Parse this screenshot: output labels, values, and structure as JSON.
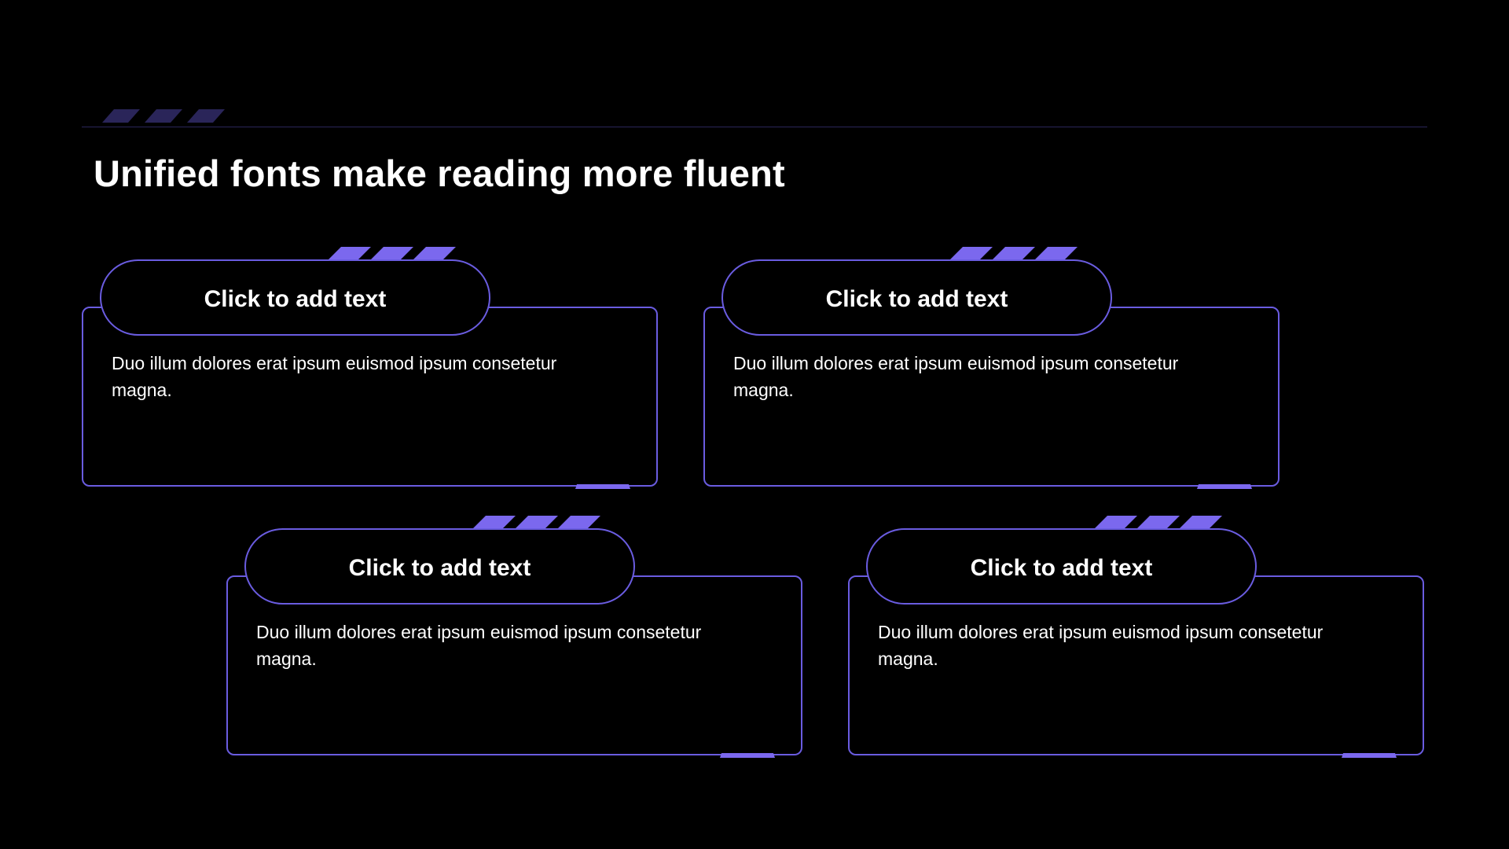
{
  "slide": {
    "title": "Unified fonts make reading more fluent",
    "colors": {
      "background": "#000000",
      "accent": "#7b68ee",
      "border": "#6a5ce0",
      "muted_stripe": "#2a2559",
      "text": "#ffffff"
    }
  },
  "cards": [
    {
      "heading": "Click to add text",
      "body": "Duo illum dolores erat ipsum euismod ipsum consetetur magna."
    },
    {
      "heading": "Click to add text",
      "body": "Duo illum dolores erat ipsum euismod ipsum consetetur magna."
    },
    {
      "heading": "Click to add text",
      "body": "Duo illum dolores erat ipsum euismod ipsum consetetur magna."
    },
    {
      "heading": "Click to add text",
      "body": "Duo illum dolores erat ipsum euismod ipsum consetetur magna."
    }
  ]
}
